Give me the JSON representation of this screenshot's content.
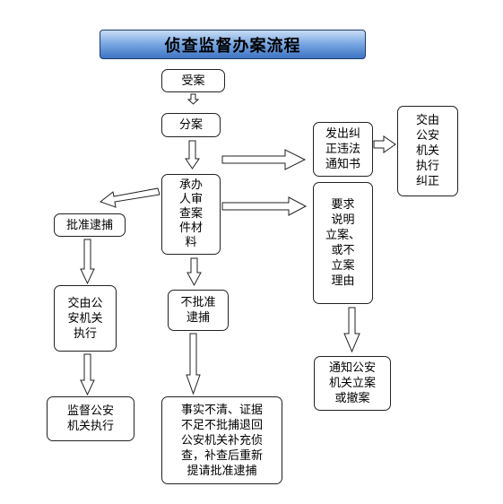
{
  "title": "侦查监督办案流程",
  "nodes": {
    "shouan": "受案",
    "fenan": "分案",
    "chengban": "承办\n人审\n查案\n件材\n料",
    "jiuzheng": "发出纠\n正违法\n通知书",
    "jiaoyou_jiuzheng": "交由\n公安\n机关\n执行\n纠正",
    "yaoqiu": "要求\n说明\n立案、\n或不\n立案\n理由",
    "tongzhi": "通知公安\n机关立案\n或撤案",
    "pizhun": "批准逮捕",
    "jiaoyou_zhixing": "交由公\n安机关\n执行",
    "jiandu": "监督公安\n机关执行",
    "bupizhun": "不批准\n逮捕",
    "shishi": "事实不清、证据\n不足不批捕退回\n公安机关补充侦\n查，补查后重新\n提请批准逮捕"
  }
}
